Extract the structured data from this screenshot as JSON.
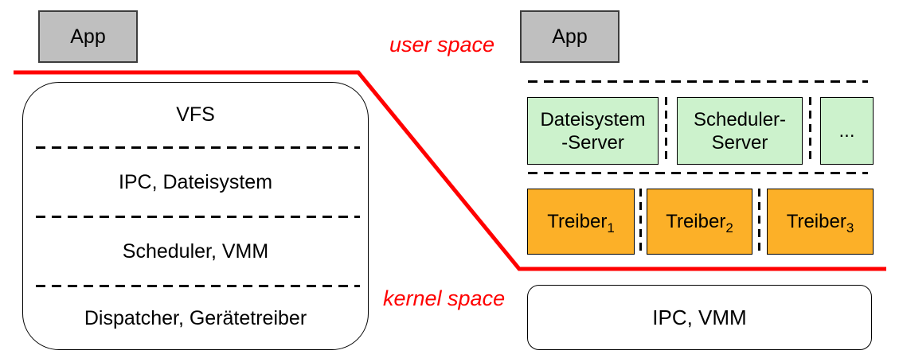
{
  "monolithic": {
    "app_label": "App",
    "layers": [
      "VFS",
      "IPC, Dateisystem",
      "Scheduler, VMM",
      "Dispatcher, Gerätetreiber"
    ]
  },
  "microkernel": {
    "app_label": "App",
    "servers": [
      {
        "line1": "Dateisystem",
        "line2": "-Server"
      },
      {
        "line1": "Scheduler-",
        "line2": "Server"
      },
      {
        "line1": "...",
        "line2": ""
      }
    ],
    "drivers": [
      {
        "name": "Treiber",
        "sub": "1"
      },
      {
        "name": "Treiber",
        "sub": "2"
      },
      {
        "name": "Treiber",
        "sub": "3"
      }
    ],
    "kernel_label": "IPC, VMM"
  },
  "boundary": {
    "user_label": "user space",
    "kernel_label": "kernel space"
  },
  "colors": {
    "app_fill": "#bfbfbf",
    "server_fill": "#ccf2cc",
    "driver_fill": "#fcb028",
    "line_red": "#ff0000"
  }
}
